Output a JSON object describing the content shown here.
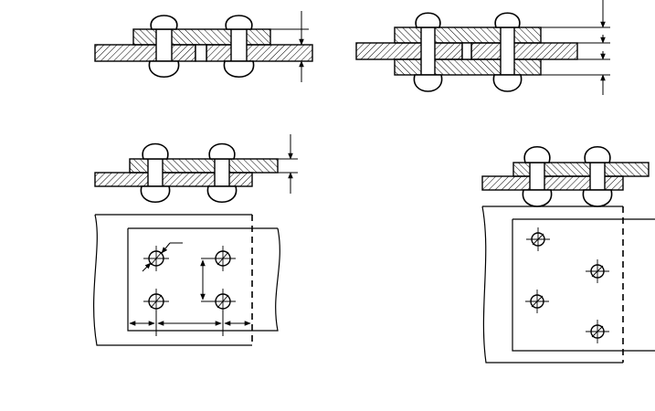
{
  "figure": {
    "background": "#ffffff",
    "ink": "#000000",
    "views": [
      {
        "id": "butt-joint-single-strap",
        "type": "cross-section",
        "rivets": 2,
        "plates": 2,
        "straps": 1
      },
      {
        "id": "butt-joint-double-strap",
        "type": "cross-section",
        "rivets": 2,
        "plates": 2,
        "straps": 2
      },
      {
        "id": "lap-joint-chain",
        "type": "cross-section",
        "rivets": 2,
        "plates": 2
      },
      {
        "id": "lap-joint-chain-plan",
        "type": "plan-view",
        "rivet_rows": 2,
        "rivet_columns": 2,
        "pattern": "chain"
      },
      {
        "id": "lap-joint-staggered",
        "type": "cross-section",
        "rivets": 2,
        "plates": 2
      },
      {
        "id": "lap-joint-staggered-plan",
        "type": "plan-view",
        "rivet_count": 4,
        "pattern": "staggered"
      }
    ]
  }
}
